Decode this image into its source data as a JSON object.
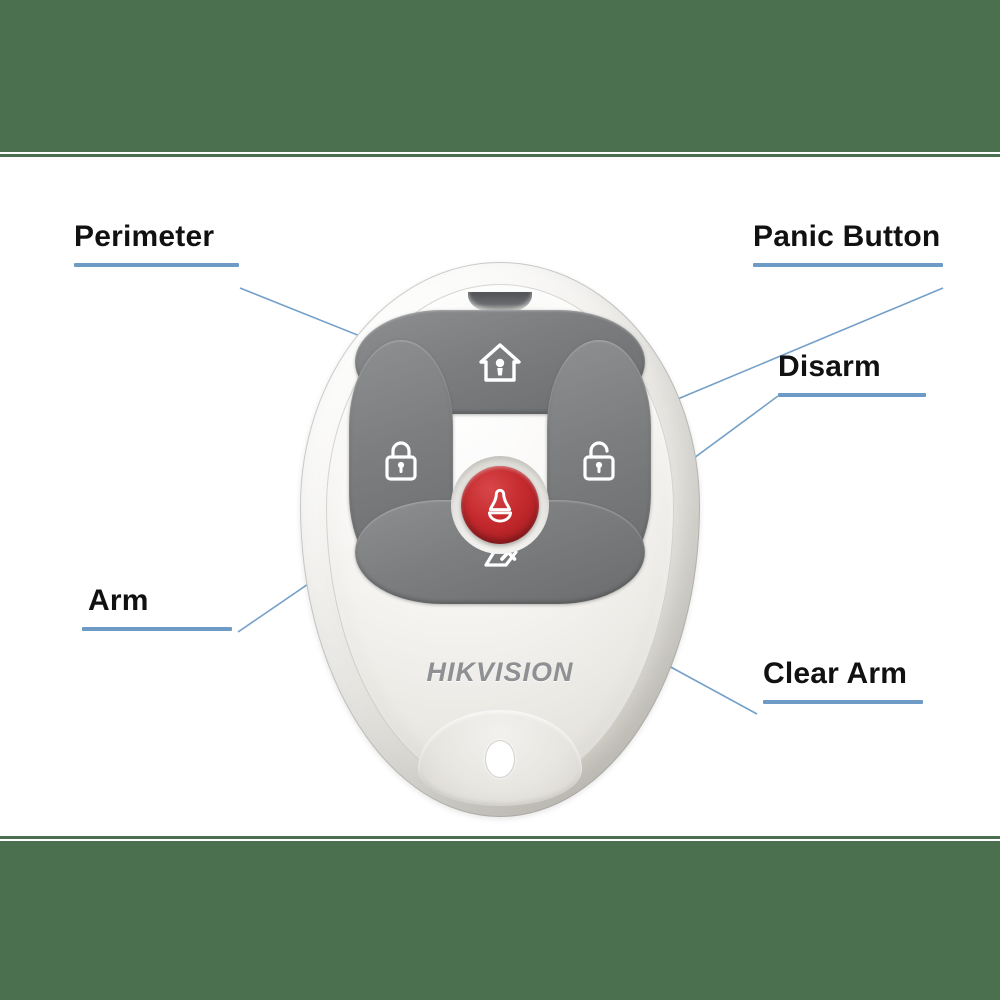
{
  "page": {
    "title": "Hikvision wireless keyfob button diagram",
    "background_color": "#ffffff",
    "band_color": "#4a704f"
  },
  "device": {
    "brand": "HIKVISION",
    "body_color": "#ebe9e4",
    "button_color": "#7b7d7f",
    "panic_color": "#c62b2f",
    "led_indicator": "led-slot",
    "keyring_hole": "keyring-hole"
  },
  "callouts": [
    {
      "id": "perimeter",
      "label": "Perimeter",
      "icon": "home-lock-icon",
      "target": "top-button",
      "rule_color": "#6d9bc6"
    },
    {
      "id": "panic",
      "label": "Panic Button",
      "icon": "bell-icon",
      "target": "panic-button",
      "rule_color": "#6d9bc6"
    },
    {
      "id": "disarm",
      "label": "Disarm",
      "icon": "unlock-icon",
      "target": "right-button",
      "rule_color": "#6d9bc6"
    },
    {
      "id": "arm",
      "label": "Arm",
      "icon": "lock-icon",
      "target": "left-button",
      "rule_color": "#6d9bc6"
    },
    {
      "id": "cleararm",
      "label": "Clear Arm",
      "icon": "shield-x-icon",
      "target": "bottom-button",
      "rule_color": "#6d9bc6"
    }
  ]
}
